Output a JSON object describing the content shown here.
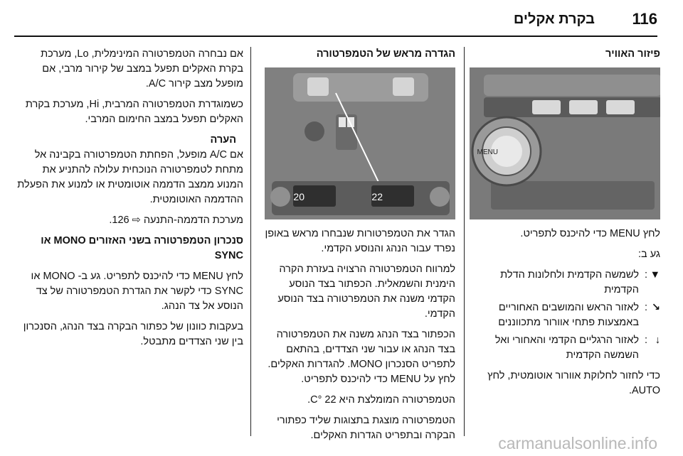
{
  "header": {
    "page_number": "116",
    "chapter_title": "בקרת אקלים"
  },
  "right_column": {
    "title": "פיזור האוויר",
    "figure_buttons": [
      "",
      "",
      ""
    ],
    "knob_label": "MENU",
    "intro": "לחץ MENU כדי להיכנס לתפריט.",
    "choose": "גע ב:",
    "items": [
      {
        "icon": "▼",
        "text": "לשמשה הקדמית ולחלונות הדלת הקדמית"
      },
      {
        "icon": "↘",
        "text": "לאזור הראש והמושבים האחוריים באמצעות פתחי אוורור מתכווננים"
      },
      {
        "icon": "↓",
        "text": "לאזור הרגליים הקדמי והאחורי ואל השמשה הקדמית"
      }
    ],
    "auto_text": "כדי לחזור לחלוקת אוורור אוטומטית, לחץ AUTO."
  },
  "middle_column": {
    "title": "הגדרה מראש של הטמפרטורה",
    "figure_labels": [
      "20",
      "22"
    ],
    "p1": "הגדר את הטמפרטורות שנבחרו מראש באופן נפרד עבור הנהג והנוסע הקדמי.",
    "p2": "למרווח הטמפרטורה הרצויה בעזרת הקרה הימנית והשמאלית. הכפתור בצד הנוסע הקדמי משנה את הטמפרטורה בצד הנוסע הקדמי.",
    "p3": "הכפתור בצד הנהג משנה את הטמפרטורה בצד הנהג או עבור שני הצדדים, בהתאם לתפריט הסנכרון MONO. להגדרות האקלים. לחץ על MENU כדי להיכנס לתפריט.",
    "p4": "הטמפרטורה המומלצת היא 22 °C.",
    "p5": "הטמפרטורה מוצגת בתצוגות שליד כפתורי הבקרה ובתפריט הגדרות האקלים."
  },
  "left_column": {
    "p1": "אם נבחרה הטמפרטורה המינימלית, Lo, מערכת בקרת האקלים תפעל במצב של קירור מרבי, אם מופעל מצב קירור A/C.",
    "p2": "כשמוגדרת הטמפרטורה המרבית, Hi, מערכת בקרת האקלים תפעל במצב החימום המרבי.",
    "note_title": "הערה",
    "note_text": "אם A/C מופעל, הפחתת הטמפרטורה בקבינה אל מתחת לטמפרטורה הנוכחית עלולה להתניע את המנוע ממצב הדממה אוטומטית או למנוע את הפעלת ההדממה האוטומטית.",
    "ref_text": "מערכת הדממה-התנעה ⇨ 126.",
    "sync_title": "סנכרון הטמפרטורה בשני האזורים MONO או SYNC",
    "sync_p1": "לחץ MENU כדי להיכנס לתפריט. גע ב- MONO או SYNC כדי לקשר את הגדרת הטמפרטורה של צד הנוסע אל צד הנהג.",
    "sync_p2": "בעקבות כוונון של כפתור הבקרה בצד הנהג, הסנכרון בין שני הצדדים מתבטל."
  },
  "watermark": "carmanualsonline.info"
}
